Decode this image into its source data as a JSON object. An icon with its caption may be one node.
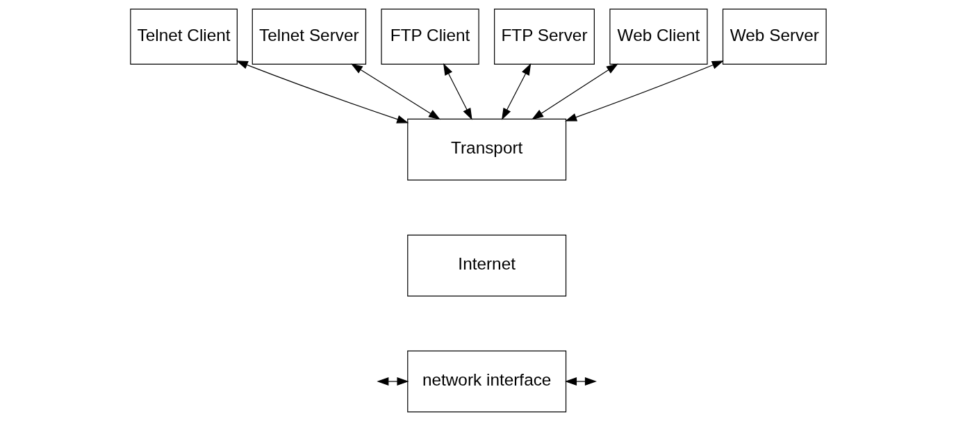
{
  "diagram": {
    "nodes": [
      {
        "text": [
          "Telnet Client"
        ]
      },
      {
        "text": [
          "Telnet Server"
        ]
      },
      {
        "text": [
          "FTP Client"
        ]
      },
      {
        "text": [
          "FTP Server"
        ]
      },
      {
        "text": [
          "Web Client"
        ]
      },
      {
        "text": [
          "Web Server"
        ]
      },
      {
        "text": [
          "Transport"
        ]
      },
      {
        "text": [
          "Internet"
        ]
      },
      {
        "text": [
          "network interface"
        ]
      }
    ],
    "edges": [
      {
        "from": 0,
        "to": 6,
        "arrow": "both"
      },
      {
        "from": 1,
        "to": 6,
        "arrow": "both"
      },
      {
        "from": 2,
        "to": 6,
        "arrow": "both"
      },
      {
        "from": 3,
        "to": 6,
        "arrow": "both"
      },
      {
        "from": 4,
        "to": 6,
        "arrow": "both"
      },
      {
        "from": 5,
        "to": 6,
        "arrow": "both"
      },
      {
        "from": null,
        "to": 8,
        "arrow": "both"
      },
      {
        "from": 8,
        "to": null,
        "arrow": "both"
      }
    ]
  }
}
